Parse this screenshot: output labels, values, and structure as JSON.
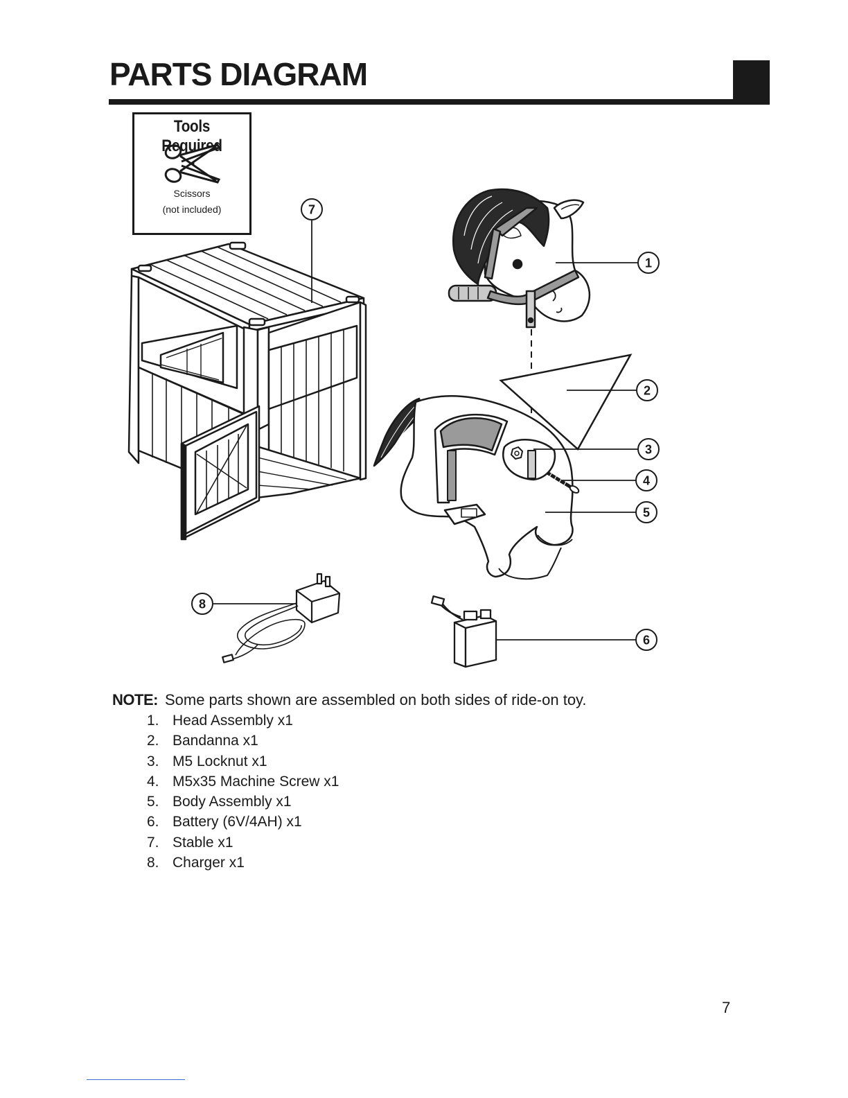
{
  "page": {
    "title": "PARTS DIAGRAM",
    "page_number": "7"
  },
  "tools": {
    "heading": "Tools Required",
    "icon": "scissors-icon",
    "caption_line1": "Scissors",
    "caption_line2": "(not included)"
  },
  "callouts": [
    "1",
    "2",
    "3",
    "4",
    "5",
    "6",
    "7",
    "8"
  ],
  "note": {
    "label": "NOTE:",
    "text": "Some parts shown are assembled on both sides of ride-on toy."
  },
  "parts": [
    {
      "num": "1.",
      "name": "Head Assembly x1"
    },
    {
      "num": "2.",
      "name": "Bandanna x1"
    },
    {
      "num": "3.",
      "name": "M5 Locknut x1"
    },
    {
      "num": "4.",
      "name": "M5x35 Machine Screw x1"
    },
    {
      "num": "5.",
      "name": "Body Assembly x1"
    },
    {
      "num": "6.",
      "name": "Battery (6V/4AH) x1"
    },
    {
      "num": "7.",
      "name": "Stable x1"
    },
    {
      "num": "8.",
      "name": "Charger x1"
    }
  ],
  "colors": {
    "ink": "#1a1a1a",
    "saddle_gray": "#9a9a9a",
    "link_blue": "#3b6fd6"
  }
}
